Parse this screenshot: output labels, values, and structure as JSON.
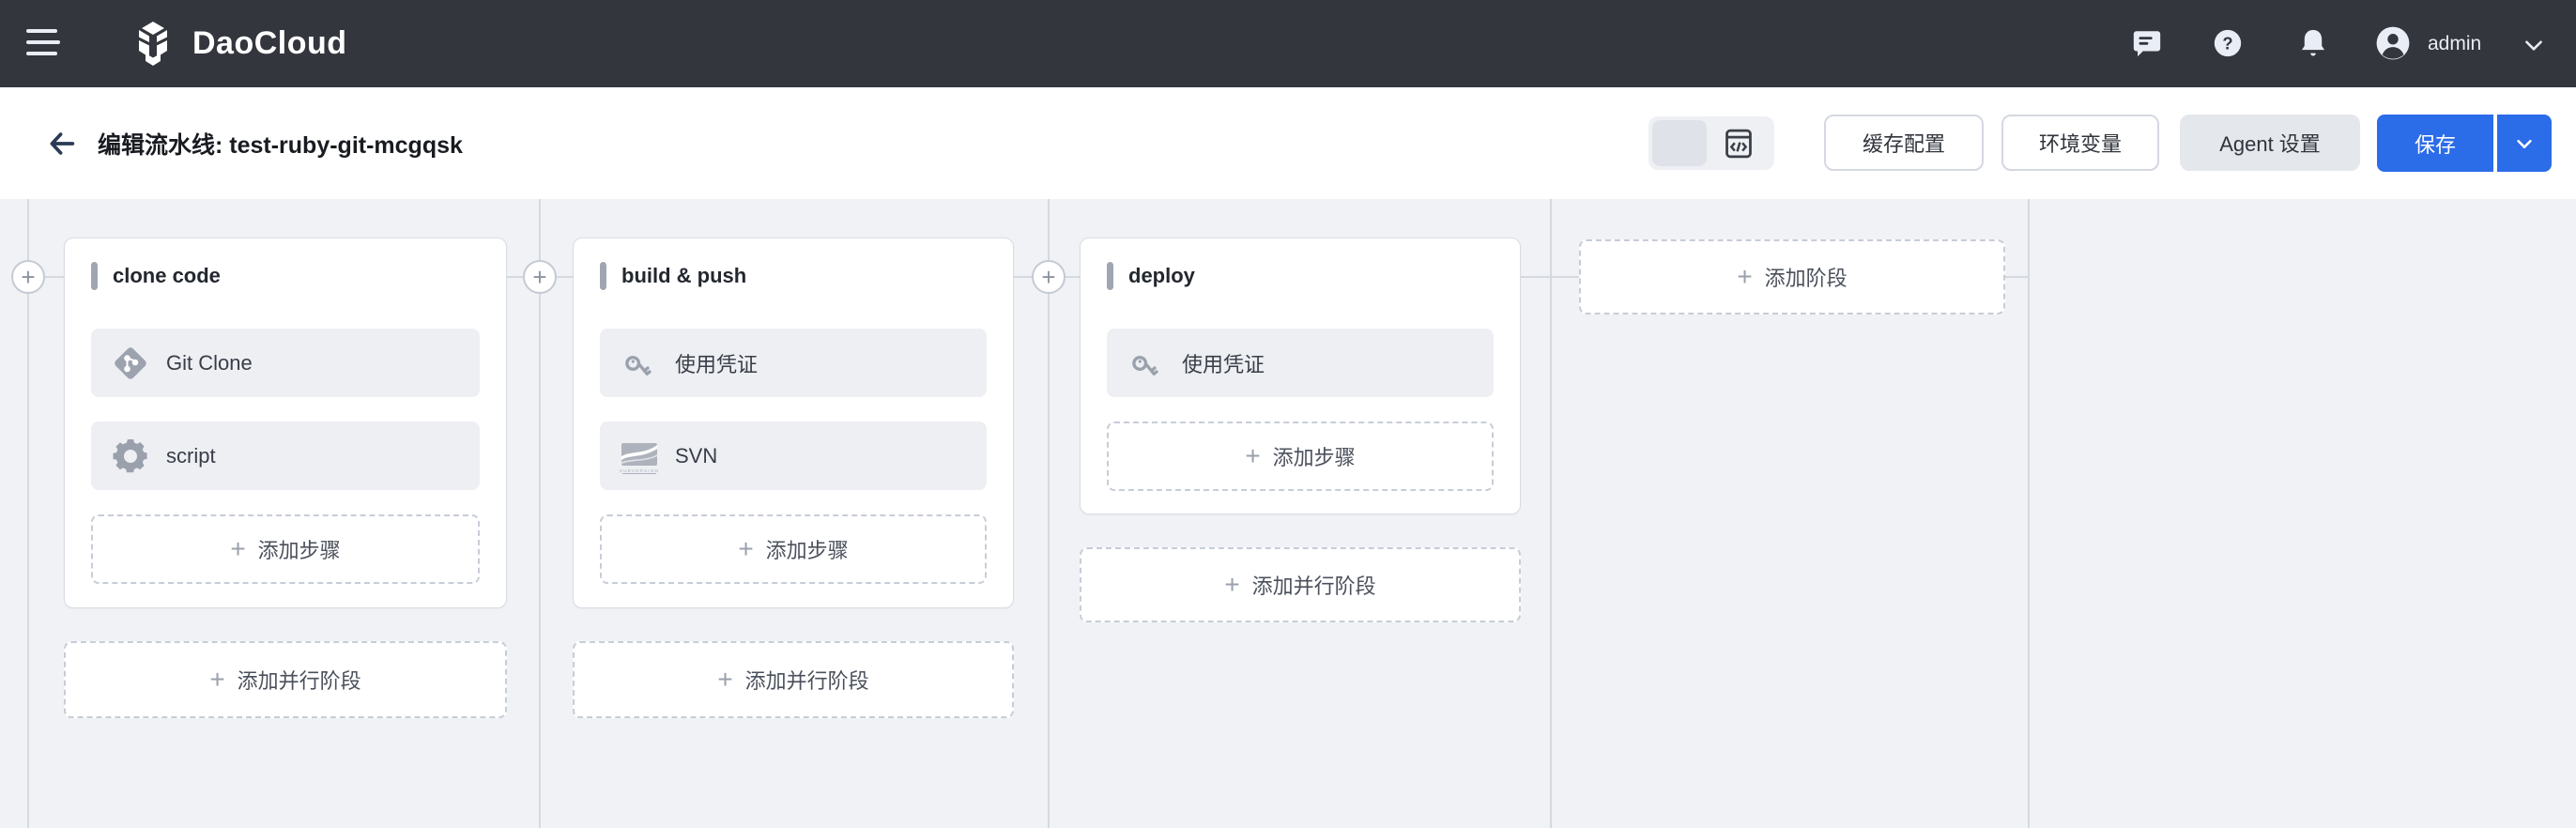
{
  "topbar": {
    "brand": "DaoCloud",
    "user": "admin"
  },
  "toolbar": {
    "title": "编辑流水线: test-ruby-git-mcgqsk",
    "cache_button": "缓存配置",
    "env_button": "环境变量",
    "agent_button": "Agent 设置",
    "save_button": "保存"
  },
  "canvas": {
    "stages": [
      {
        "name": "clone code",
        "steps": [
          {
            "icon": "git-icon",
            "label": "Git Clone"
          },
          {
            "icon": "gear-icon",
            "label": "script"
          }
        ],
        "add_step": "添加步骤",
        "add_parallel": "添加并行阶段"
      },
      {
        "name": "build & push",
        "steps": [
          {
            "icon": "key-icon",
            "label": "使用凭证"
          },
          {
            "icon": "svn-icon",
            "label": "SVN"
          }
        ],
        "add_step": "添加步骤",
        "add_parallel": "添加并行阶段"
      },
      {
        "name": "deploy",
        "steps": [
          {
            "icon": "key-icon",
            "label": "使用凭证"
          }
        ],
        "add_step": "添加步骤",
        "add_parallel": "添加并行阶段"
      }
    ],
    "add_stage": "添加阶段",
    "svn_micro_text": "SUBVERSION"
  },
  "colors": {
    "topbar_bg": "#33363d",
    "canvas_bg": "#f0f2f5",
    "accent_blue": "#2b6ce8",
    "line": "#d5d9e0"
  }
}
